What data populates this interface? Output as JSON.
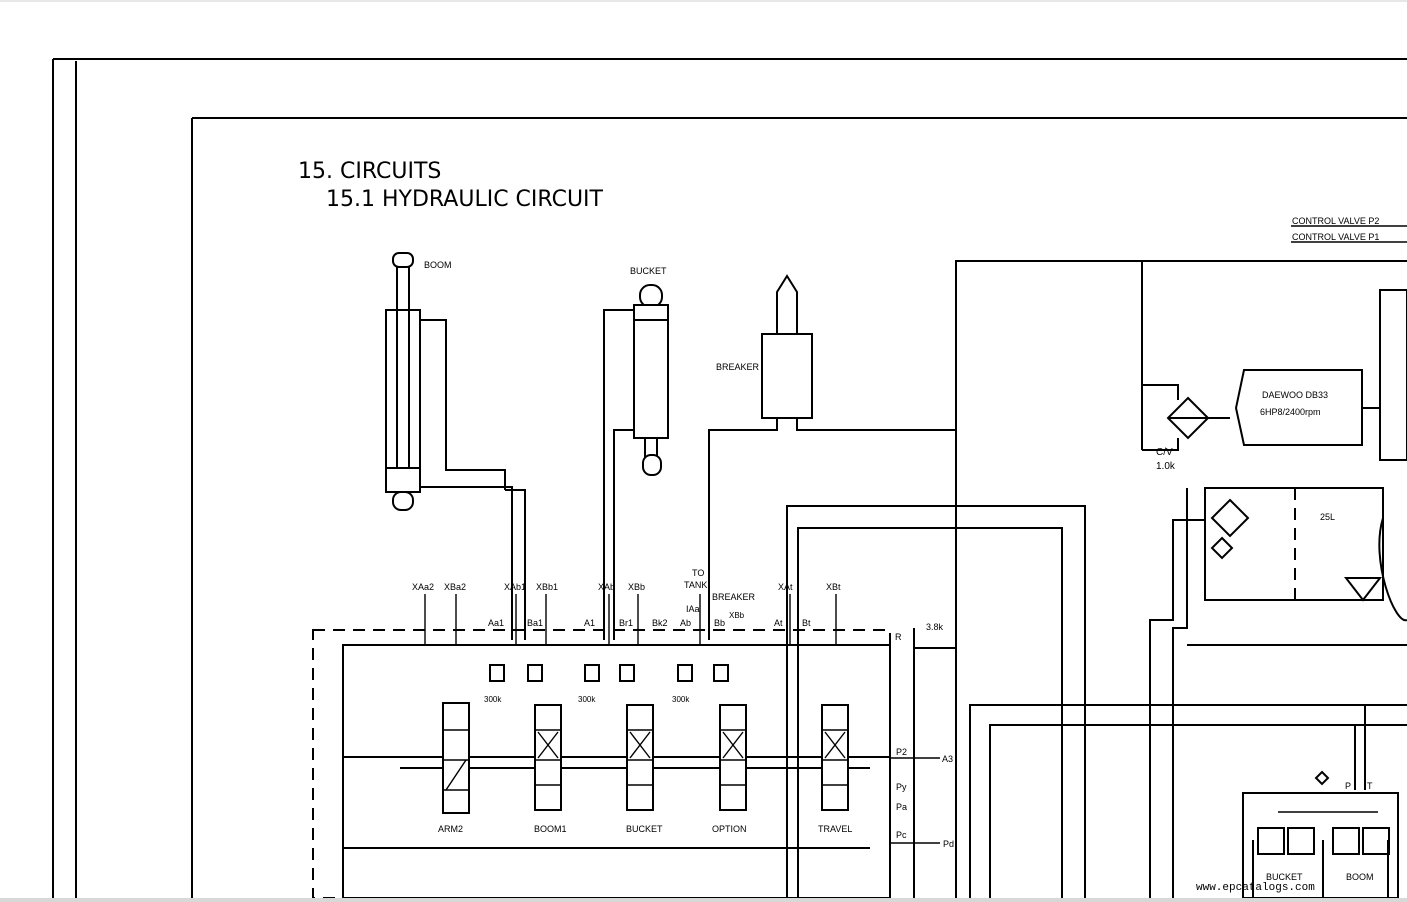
{
  "heading": "15. CIRCUITS",
  "subheading": "15.1   HYDRAULIC CIRCUIT",
  "components": {
    "boom_cyl": "BOOM",
    "bucket_cyl": "BUCKET",
    "breaker": "BREAKER",
    "control_valve_p2": "CONTROL VALVE P2",
    "control_valve_p1": "CONTROL VALVE P1",
    "engine_line1": "DAEWOO DB33",
    "engine_line2": "6HP8/2400rpm",
    "check_valve_1": "C/V",
    "check_valve_2": "1.0k",
    "tank": "25L"
  },
  "ports": {
    "xaa2": "XAa2",
    "xba2": "XBa2",
    "xab1": "XAb1",
    "xbb1": "XBb1",
    "xab": "XAb",
    "xbb": "XBb",
    "to_tank_1": "TO",
    "to_tank_2": "TANK",
    "breaker_port": "BREAKER",
    "xbb_sub": "XBb",
    "xat": "XAt",
    "xbt": "XBt",
    "aa1": "Aa1",
    "ba1": "Ba1",
    "a1": "A1",
    "br1": "Br1",
    "bk2": "Bk2",
    "ab": "Ab",
    "bb": "Bb",
    "at": "At",
    "bt": "Bt",
    "r": "R",
    "rv": "3.8k",
    "p2": "P2",
    "a3": "A3",
    "py": "Py",
    "pa": "Pa",
    "pc": "Pc",
    "pd": "Pd",
    "ia": "IAa",
    "relief_1": "300k",
    "relief_2": "300k",
    "relief_3": "300k",
    "p": "P",
    "t": "T"
  },
  "sections": {
    "arm2": "ARM2",
    "boom1": "BOOM1",
    "bucket1": "BUCKET",
    "option": "OPTION",
    "travel": "TRAVEL",
    "rc_bucket": "BUCKET",
    "rc_boom": "BOOM"
  },
  "watermark": "www.epcatalogs.com"
}
